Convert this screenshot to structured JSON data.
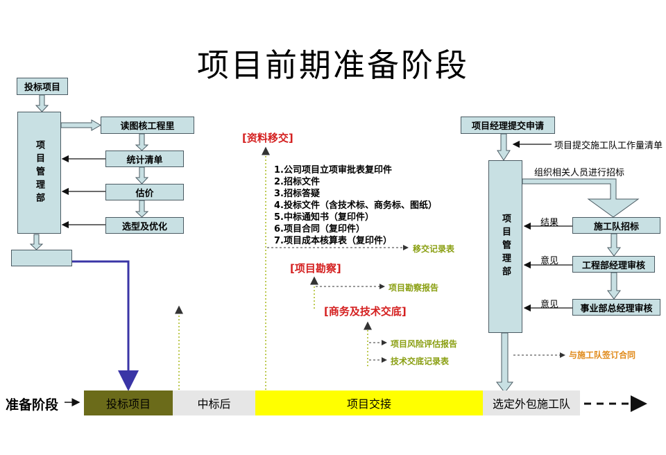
{
  "title": "项目前期准备阶段",
  "left": {
    "bid_project": "投标项目",
    "project_dept": "项目管理部",
    "steps": [
      "读图核工程里",
      "统计清单",
      "估价",
      "选型及优化"
    ],
    "blank_box": ""
  },
  "middle": {
    "handover": {
      "heading": "[资料移交]",
      "items": [
        "1.公司项目立项审批表复印件",
        "2.招标文件",
        "3.招标答疑",
        "4.投标文件（含技术标、商务标、图纸）",
        "5.中标通知书（复印件）",
        "6.项目合同（复印件）",
        "7.项目成本核算表（复印件）"
      ],
      "output": "移交记录表"
    },
    "survey": {
      "heading": "[项目勘察]",
      "output": "项目勘察报告"
    },
    "commercial": {
      "heading": "[商务及技术交底]",
      "outputs": [
        "项目风险评估报告",
        "技术交底记录表"
      ]
    }
  },
  "right": {
    "apply": "项目经理提交申请",
    "submit_note": "项目提交施工队工作量清单",
    "organize_note": "组织相关人员进行招标",
    "project_dept": "项目管理部",
    "bidding": "施工队招标",
    "eng_review": "工程部经理审核",
    "biz_review": "事业部总经理审核",
    "result_label": "结果",
    "opinion_label_1": "意见",
    "opinion_label_2": "意见",
    "contract_note": "与施工队签订合同"
  },
  "timeline": {
    "stage_label": "准备阶段",
    "segments": [
      "投标项目",
      "中标后",
      "项目交接",
      "选定外包施工队"
    ]
  },
  "colors": {
    "box_fill": "#c8e0e3",
    "heading_red": "#d42020",
    "output_olive": "#8a9f12",
    "contract_orange": "#e08a1a",
    "seg_olive": "#6b6b1a",
    "seg_gray": "#e6e6e6",
    "seg_yellow": "#ffff00",
    "blue_arrow": "#3a35a6",
    "dotted_green": "#a8b81a"
  }
}
